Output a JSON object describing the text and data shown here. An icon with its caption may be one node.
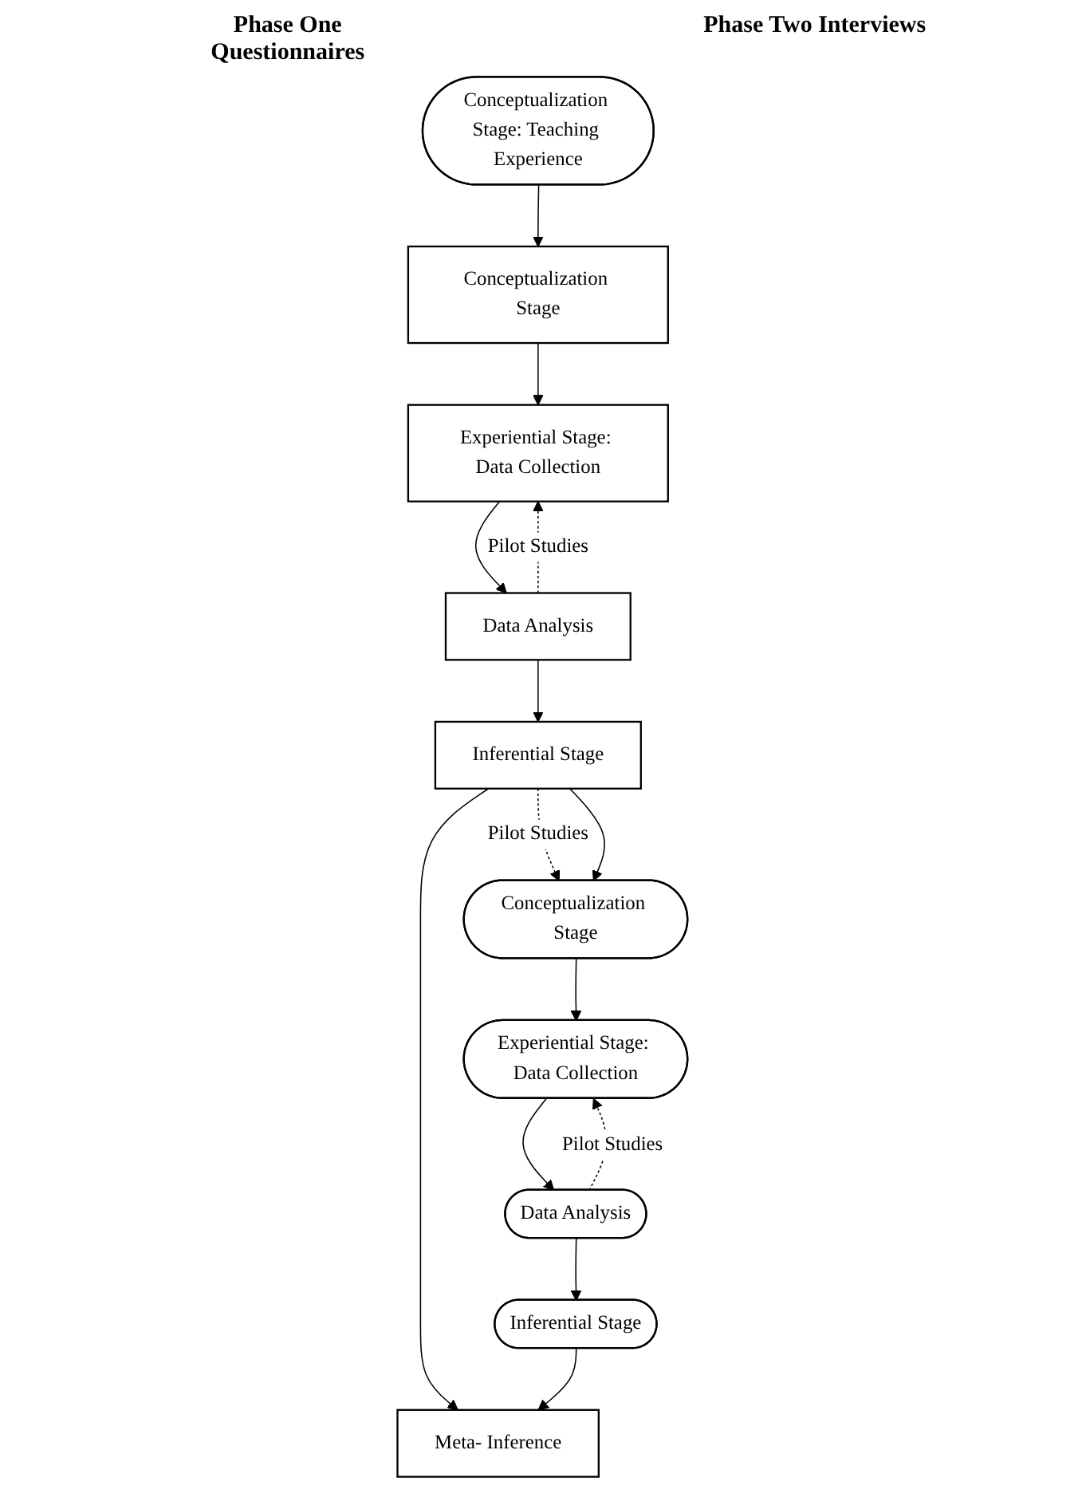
{
  "diagram": {
    "nodes": [
      {
        "text": [
          "Conceptualization Stage: Teaching Experience"
        ]
      },
      {
        "text": [
          "Conceptualization Stage"
        ]
      },
      {
        "text": [
          "Experiential Stage: Data Collection"
        ]
      },
      {
        "text": [
          "Data Analysis"
        ]
      },
      {
        "text": [
          "Inferential Stage"
        ]
      },
      {
        "text": [
          "Conceptualization Stage"
        ]
      },
      {
        "text": [
          "Experiential Stage: Data Collection"
        ]
      },
      {
        "text": [
          "Data Analysis"
        ]
      },
      {
        "text": [
          "Inferential Stage"
        ]
      },
      {
        "text": [
          "Meta- Inference"
        ]
      }
    ],
    "edges": [
      {
        "from": 0,
        "to": 1,
        "arrow": "to"
      },
      {
        "from": 1,
        "to": 2,
        "arrow": "to"
      },
      {
        "from": 2,
        "to": 3,
        "arrow": "to"
      },
      {
        "from": 3,
        "to": 2,
        "arrow": "to",
        "style": "dashed",
        "label": "Pilot Studies"
      },
      {
        "from": 3,
        "to": 4,
        "arrow": "to"
      },
      {
        "from": 4,
        "to": 5,
        "arrow": "to",
        "style": "dashed",
        "label": "Pilot Studies"
      },
      {
        "from": 4,
        "to": 5,
        "arrow": "to"
      },
      {
        "from": 5,
        "to": 6,
        "arrow": "to"
      },
      {
        "from": 6,
        "to": 7,
        "arrow": "to"
      },
      {
        "from": 7,
        "to": 6,
        "arrow": "to",
        "style": "dashed",
        "label": "Pilot Studies"
      },
      {
        "from": 7,
        "to": 8,
        "arrow": "to"
      },
      {
        "from": 4,
        "to": 9,
        "arrow": "to"
      },
      {
        "from": 8,
        "to": 9,
        "arrow": "to"
      }
    ],
    "labels": [
      "Phase One Questionnaires",
      "Phase Two Interviews"
    ]
  }
}
